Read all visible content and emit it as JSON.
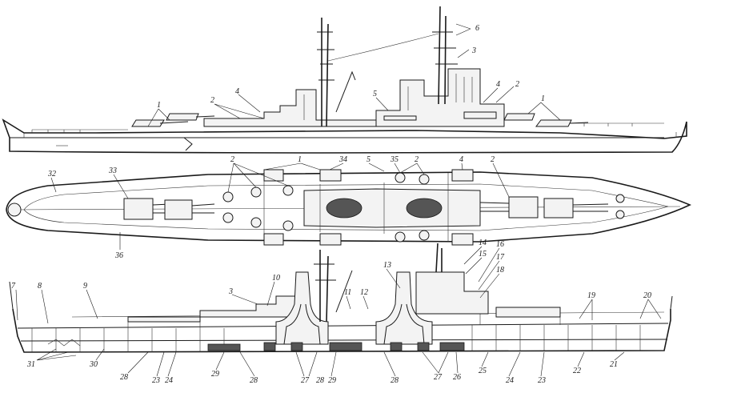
{
  "diagram": {
    "views": [
      "profile",
      "plan",
      "section"
    ],
    "callouts": {
      "profile": [
        "1",
        "2",
        "4",
        "3",
        "5",
        "4",
        "2",
        "1",
        "6"
      ],
      "plan_top": [
        "32",
        "33",
        "2",
        "1",
        "34",
        "5",
        "35",
        "2",
        "4",
        "2"
      ],
      "plan_bottom": [
        "36"
      ],
      "section_top": [
        "7",
        "8",
        "9",
        "3",
        "10",
        "11",
        "12",
        "13",
        "14",
        "15",
        "16",
        "17",
        "18",
        "19",
        "20"
      ],
      "section_bottom": [
        "31",
        "30",
        "28",
        "23",
        "24",
        "29",
        "28",
        "27",
        "28",
        "29",
        "28",
        "27",
        "26",
        "25",
        "24",
        "23",
        "22",
        "21"
      ]
    }
  }
}
